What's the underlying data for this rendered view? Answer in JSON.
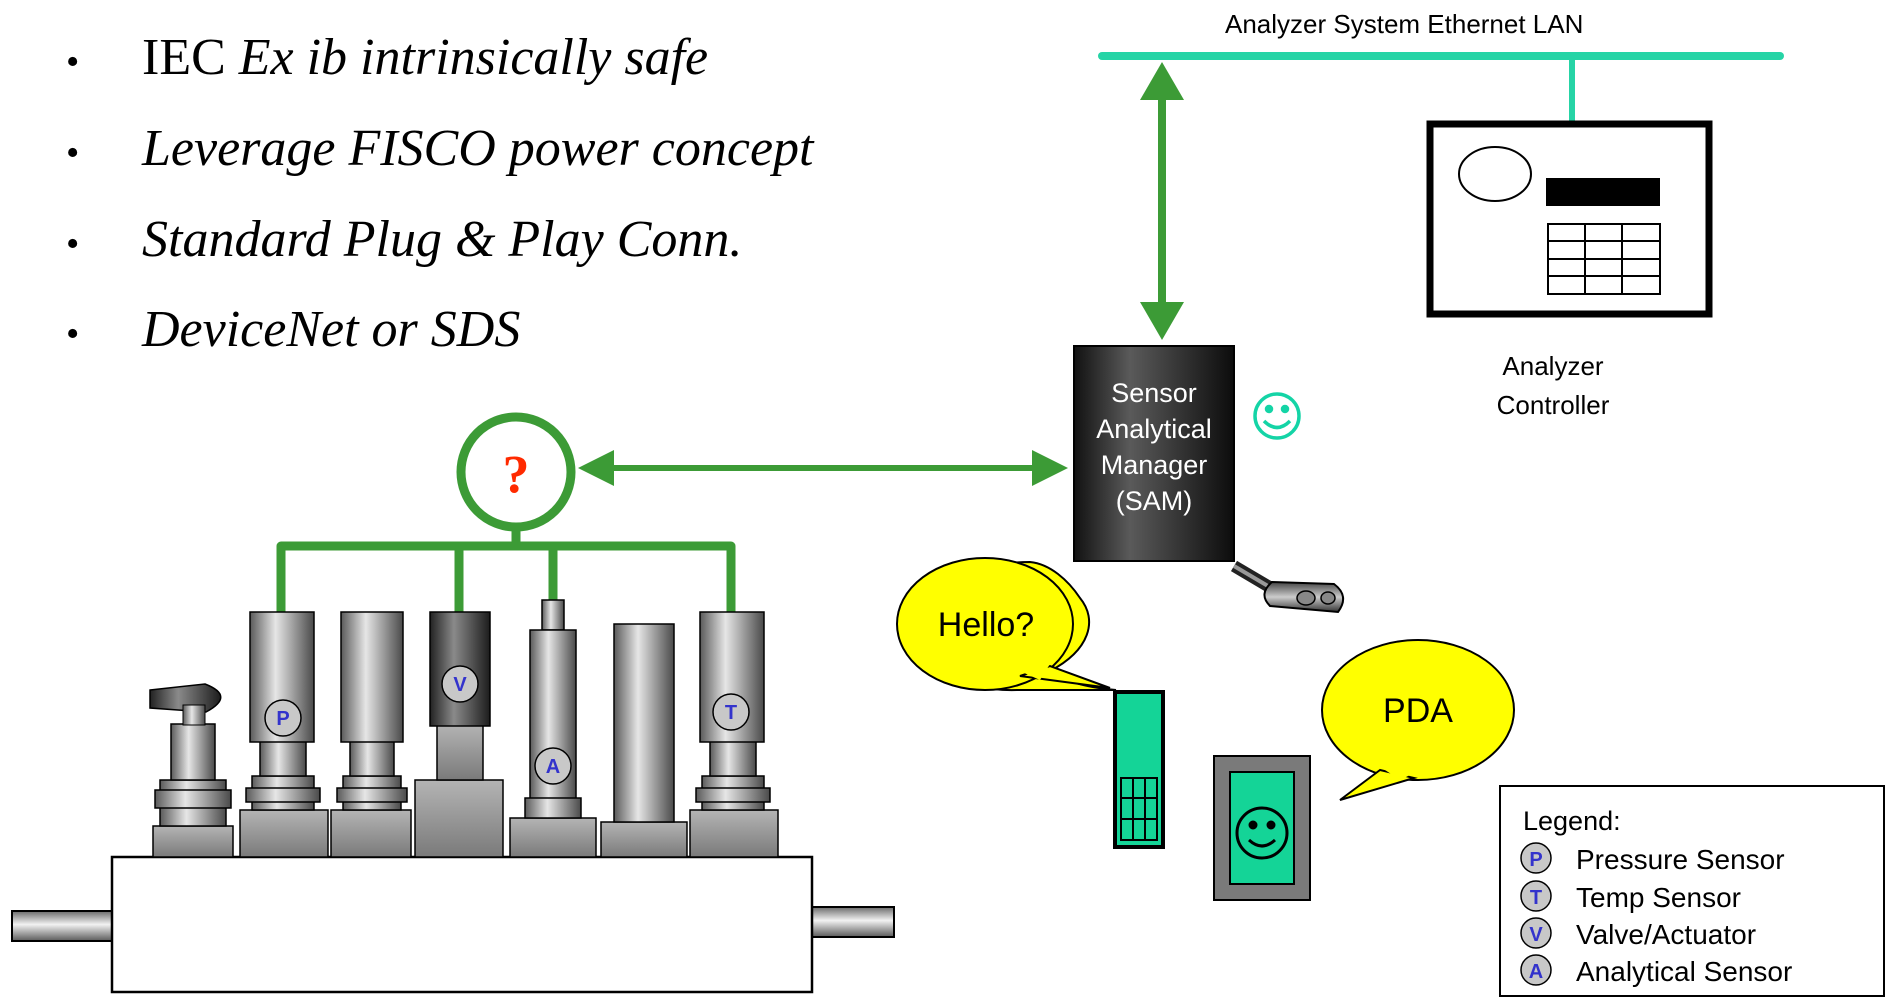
{
  "bullets": [
    {
      "plain": "IEC ",
      "italic": "Ex ib intrinsically safe"
    },
    {
      "plain": "",
      "italic": "Leverage FISCO power concept"
    },
    {
      "plain": "",
      "italic": "Standard Plug & Play Conn."
    },
    {
      "plain": "",
      "italic": "DeviceNet or SDS"
    }
  ],
  "lan_label": "Analyzer System  Ethernet LAN",
  "controller_label": [
    "Analyzer",
    "Controller"
  ],
  "sam_label": [
    "Sensor",
    "Analytical",
    "Manager",
    "(SAM)"
  ],
  "question_mark": "?",
  "callouts": {
    "hello": "Hello?",
    "pda": "PDA"
  },
  "sensor_letters": {
    "pressure": "P",
    "valve": "V",
    "analytical": "A",
    "temp": "T"
  },
  "legend": {
    "title": "Legend:",
    "items": [
      {
        "letter": "P",
        "label": "Pressure Sensor"
      },
      {
        "letter": "T",
        "label": "Temp Sensor"
      },
      {
        "letter": "V",
        "label": "Valve/Actuator"
      },
      {
        "letter": "A",
        "label": "Analytical Sensor"
      }
    ]
  },
  "colors": {
    "network_green": "#3c9b36",
    "lan_teal": "#26d4a6",
    "pda_green": "#14d497",
    "callout_yellow": "#ffff00",
    "question_red": "#ff2a00",
    "sensor_letter_blue": "#3333cc"
  }
}
